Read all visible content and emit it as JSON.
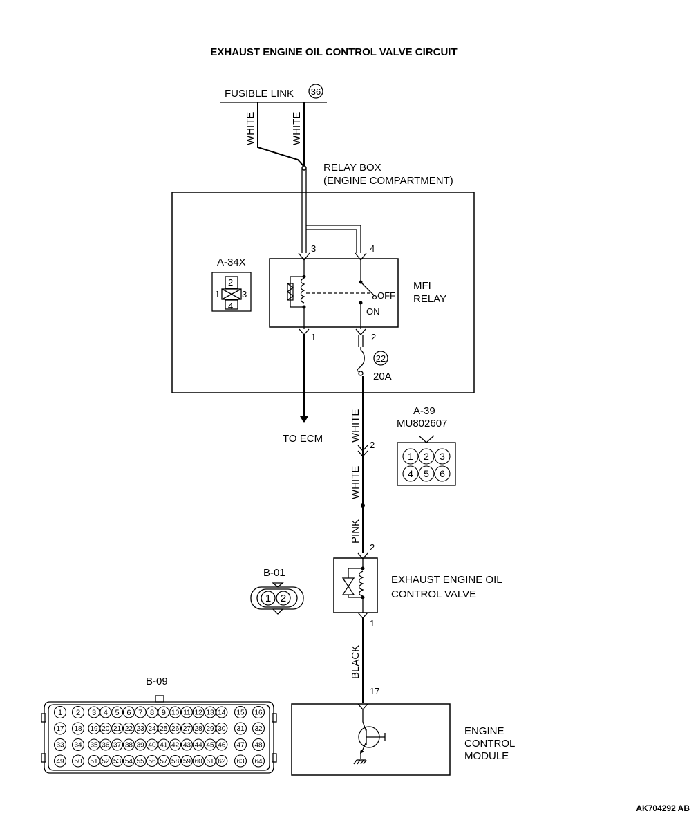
{
  "title": "EXHAUST ENGINE OIL CONTROL VALVE CIRCUIT",
  "fusible_link": {
    "label": "FUSIBLE LINK",
    "number": "36"
  },
  "wire_colors": {
    "white_left": "WHITE",
    "white_right": "WHITE",
    "white_upper": "WHITE",
    "white_lower": "WHITE",
    "pink": "PINK",
    "black": "BLACK"
  },
  "relay_box": {
    "line1": "RELAY BOX",
    "line2": "(ENGINE COMPARTMENT)"
  },
  "mfi_relay": {
    "line1": "MFI",
    "line2": "RELAY",
    "connector": "A-34X",
    "switch_off": "OFF",
    "switch_on": "ON",
    "pins": [
      "3",
      "4",
      "1",
      "2"
    ],
    "connector_pins": [
      "1",
      "2",
      "3",
      "4"
    ]
  },
  "fuse": {
    "number": "22",
    "rating": "20A"
  },
  "to_ecm": "TO ECM",
  "connector_a39": {
    "name": "A-39",
    "part": "MU802607",
    "pin": "2",
    "pins": [
      "1",
      "2",
      "3",
      "4",
      "5",
      "6"
    ]
  },
  "valve": {
    "line1": "EXHAUST ENGINE OIL",
    "line2": "CONTROL VALVE",
    "pin_top": "2",
    "pin_bottom": "1"
  },
  "connector_b01": {
    "name": "B-01",
    "pins": [
      "1",
      "2"
    ]
  },
  "connector_b09": {
    "name": "B-09",
    "pins": [
      "1",
      "2",
      "3",
      "4",
      "5",
      "6",
      "7",
      "8",
      "9",
      "10",
      "11",
      "12",
      "13",
      "14",
      "15",
      "16",
      "17",
      "18",
      "19",
      "20",
      "21",
      "22",
      "23",
      "24",
      "25",
      "26",
      "27",
      "28",
      "29",
      "30",
      "31",
      "32",
      "33",
      "34",
      "35",
      "36",
      "37",
      "38",
      "39",
      "40",
      "41",
      "42",
      "43",
      "44",
      "45",
      "46",
      "47",
      "48",
      "49",
      "50",
      "51",
      "52",
      "53",
      "54",
      "55",
      "56",
      "57",
      "58",
      "59",
      "60",
      "61",
      "62",
      "63",
      "64"
    ]
  },
  "ecm": {
    "line1": "ENGINE",
    "line2": "CONTROL",
    "line3": "MODULE",
    "pin": "17"
  },
  "figure_code": "AK704292 AB"
}
